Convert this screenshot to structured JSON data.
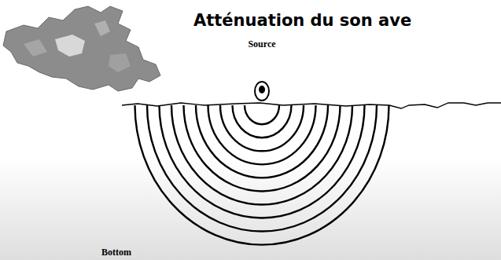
{
  "diagram": {
    "title": "Atténuation du son ave",
    "labels": [
      "Source",
      "Bottom"
    ]
  }
}
